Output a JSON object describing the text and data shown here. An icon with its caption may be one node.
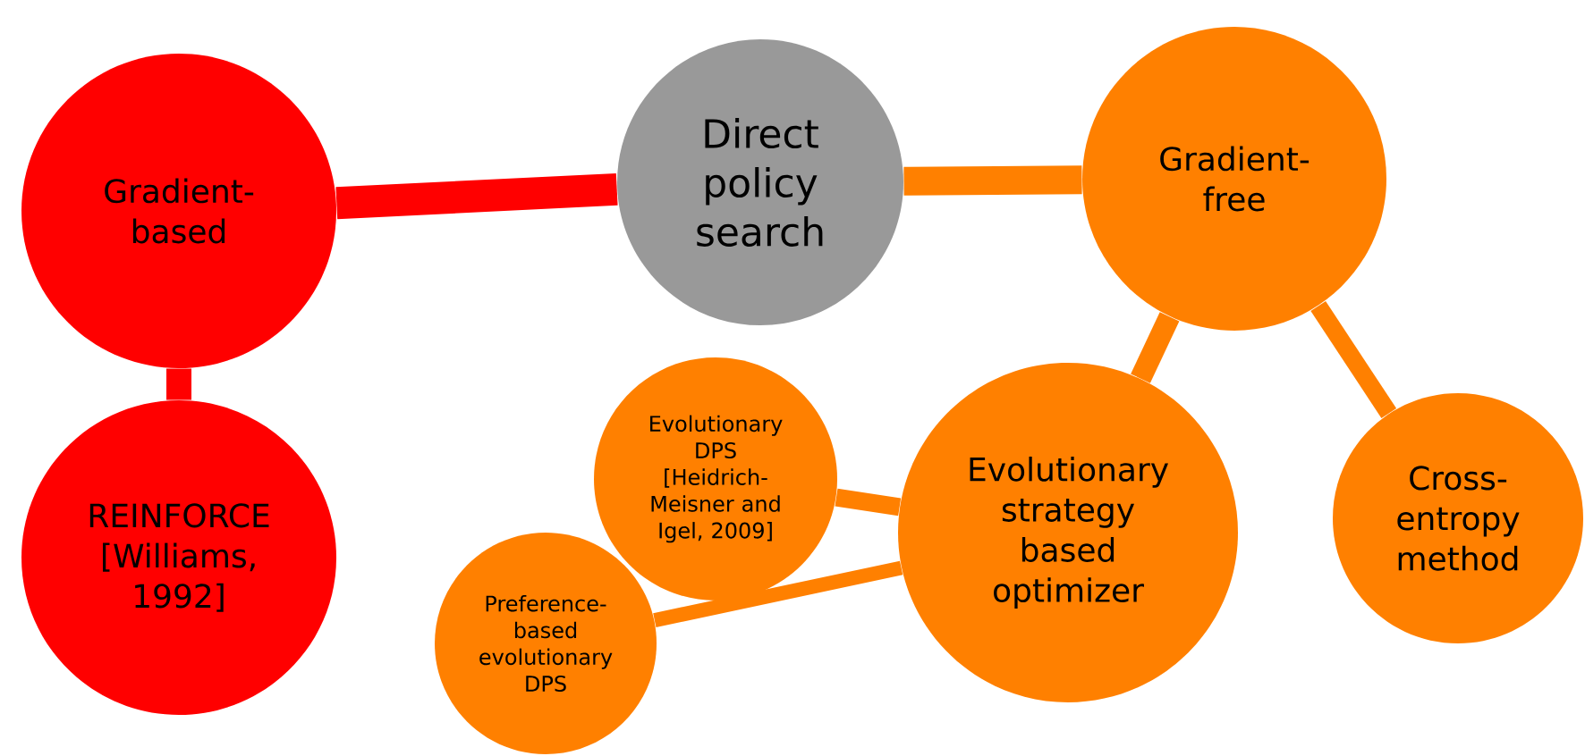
{
  "diagram": {
    "nodes": [
      {
        "text": [
          "Direct policy search"
        ]
      },
      {
        "text": [
          "Gradient-based"
        ]
      },
      {
        "text": [
          "REINFORCE [Williams, 1992]"
        ]
      },
      {
        "text": [
          "Gradient-free"
        ]
      },
      {
        "text": [
          "Evolutionary strategy based optimizer"
        ]
      },
      {
        "text": [
          "Cross-entropy method"
        ]
      },
      {
        "text": [
          "Evolutionary DPS [Heidrich-Meisner and Igel, 2009]"
        ]
      },
      {
        "text": [
          "Preference-based evolutionary DPS"
        ]
      }
    ],
    "edges": [
      {
        "from": 0,
        "to": 1,
        "arrow": "none",
        "color": "#ff0000"
      },
      {
        "from": 1,
        "to": 2,
        "arrow": "none",
        "color": "#ff0000"
      },
      {
        "from": 0,
        "to": 3,
        "arrow": "none"
      },
      {
        "from": 3,
        "to": 4,
        "arrow": "none"
      },
      {
        "from": 3,
        "to": 5,
        "arrow": "none"
      },
      {
        "from": 4,
        "to": 6,
        "arrow": "none"
      },
      {
        "from": 4,
        "to": 7,
        "arrow": "none"
      }
    ]
  }
}
